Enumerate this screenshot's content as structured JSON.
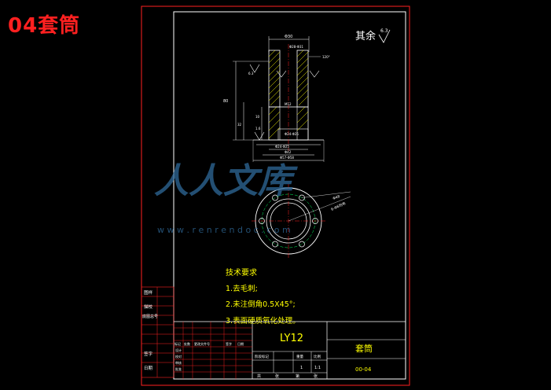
{
  "page_title": "04套筒",
  "surface_note": {
    "label": "其余",
    "value": "6.3"
  },
  "dimensions": {
    "top_width": "Φ30",
    "top_inner": "Φ28-Φ31",
    "chamfer_label": "M12",
    "angle_label": "120°",
    "rough_upper": "6.3",
    "rough_lower": "1.6",
    "height_total": "80",
    "height_lower": "32",
    "mid_dim": "Φ24-Φ25",
    "base_bore": "Φ24-Φ25",
    "base_width": "Φ42",
    "base_outer": "Φ57-Φ58",
    "side_10": "10",
    "hole_pattern": "6-Φ6均布",
    "hole_circle": "Φ48"
  },
  "tech_req": {
    "heading": "技术要求",
    "items": [
      "1.去毛刺;",
      "2.未注倒角0.5X45°;",
      "3.表面硬质氧化处理。"
    ]
  },
  "title_block": {
    "material": "LY12",
    "part_name": "套筒",
    "drawing_no": "00-04",
    "left_labels": [
      "图样",
      "描校",
      "底图总号",
      "",
      "签字",
      "日期"
    ],
    "stage_header": [
      "阶段标记",
      "重量",
      "比例"
    ],
    "stage_vals": [
      "",
      "1",
      "1:1"
    ],
    "sheet_row": [
      "共",
      "张",
      "第",
      "张"
    ],
    "change_headers": [
      "标记",
      "处数",
      "更改文件号",
      "签字",
      "日期"
    ],
    "role_labels": [
      "设计",
      "校对",
      "审核",
      "批准"
    ]
  },
  "watermark": {
    "text": "人人文库",
    "url": "w w w . r e n r e n d o c . c o m"
  },
  "colors": {
    "frame": "#ff2020",
    "line": "#ffffff",
    "green": "#00ff60",
    "yellow": "#ffff00",
    "dim": "#ffffff",
    "watermark": "#2f6a9a"
  }
}
